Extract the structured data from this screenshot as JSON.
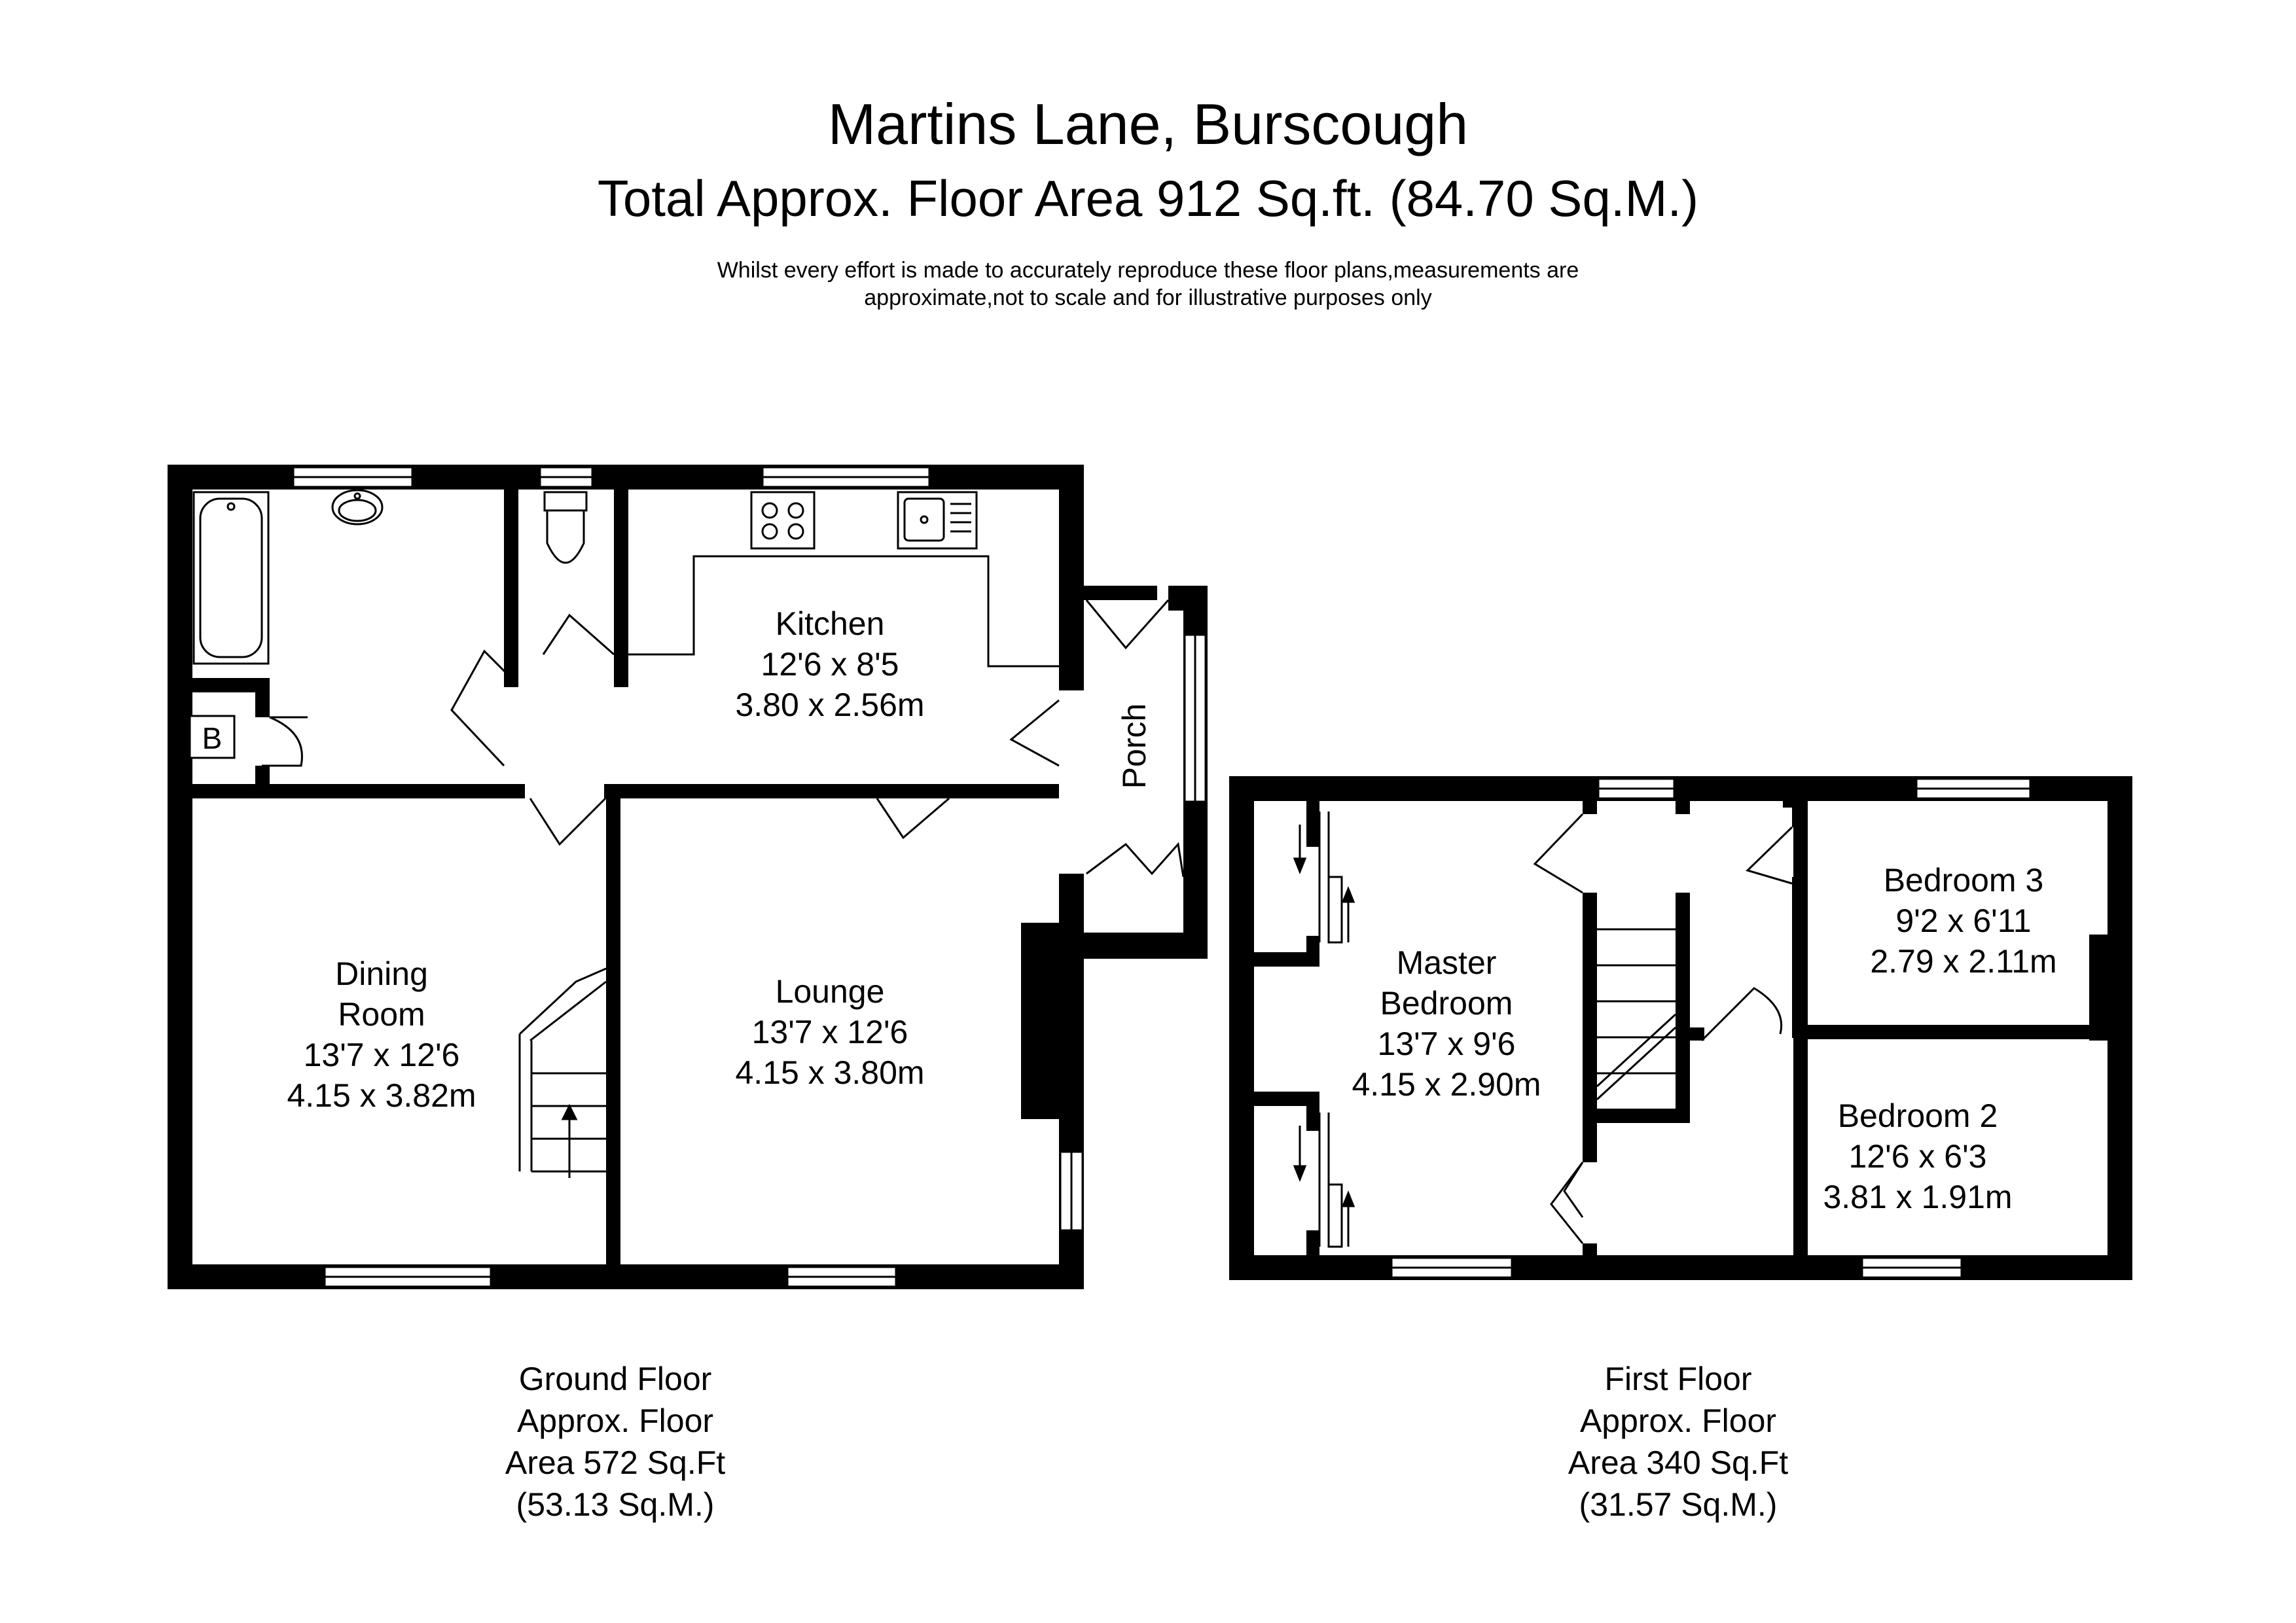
{
  "title": "Martins Lane, Burscough",
  "subtitle": "Total Approx. Floor Area 912 Sq.ft. (84.70 Sq.M.)",
  "disclaimer": [
    "Whilst every effort is made to accurately reproduce these floor plans,measurements are",
    "approximate,not to scale and for illustrative purposes only"
  ],
  "ground_floor": {
    "caption": [
      "Ground Floor",
      "Approx. Floor",
      "Area 572 Sq.Ft",
      "(53.13 Sq.M.)"
    ],
    "rooms": {
      "kitchen": [
        "Kitchen",
        "12'6 x 8'5",
        "3.80 x 2.56m"
      ],
      "dining": [
        "Dining",
        "Room",
        "13'7 x 12'6",
        "4.15 x 3.82m"
      ],
      "lounge": [
        "Lounge",
        "13'7 x 12'6",
        "4.15 x 3.80m"
      ],
      "porch": [
        "Porch"
      ],
      "boiler": [
        "B"
      ]
    }
  },
  "first_floor": {
    "caption": [
      "First Floor",
      "Approx. Floor",
      "Area 340 Sq.Ft",
      "(31.57 Sq.M.)"
    ],
    "rooms": {
      "master": [
        "Master",
        "Bedroom",
        "13'7 x 9'6",
        "4.15 x 2.90m"
      ],
      "bedroom3": [
        "Bedroom 3",
        "9'2 x 6'11",
        "2.79 x 2.11m"
      ],
      "bedroom2": [
        "Bedroom 2",
        "12'6 x 6'3",
        "3.81 x 1.91m"
      ]
    }
  }
}
